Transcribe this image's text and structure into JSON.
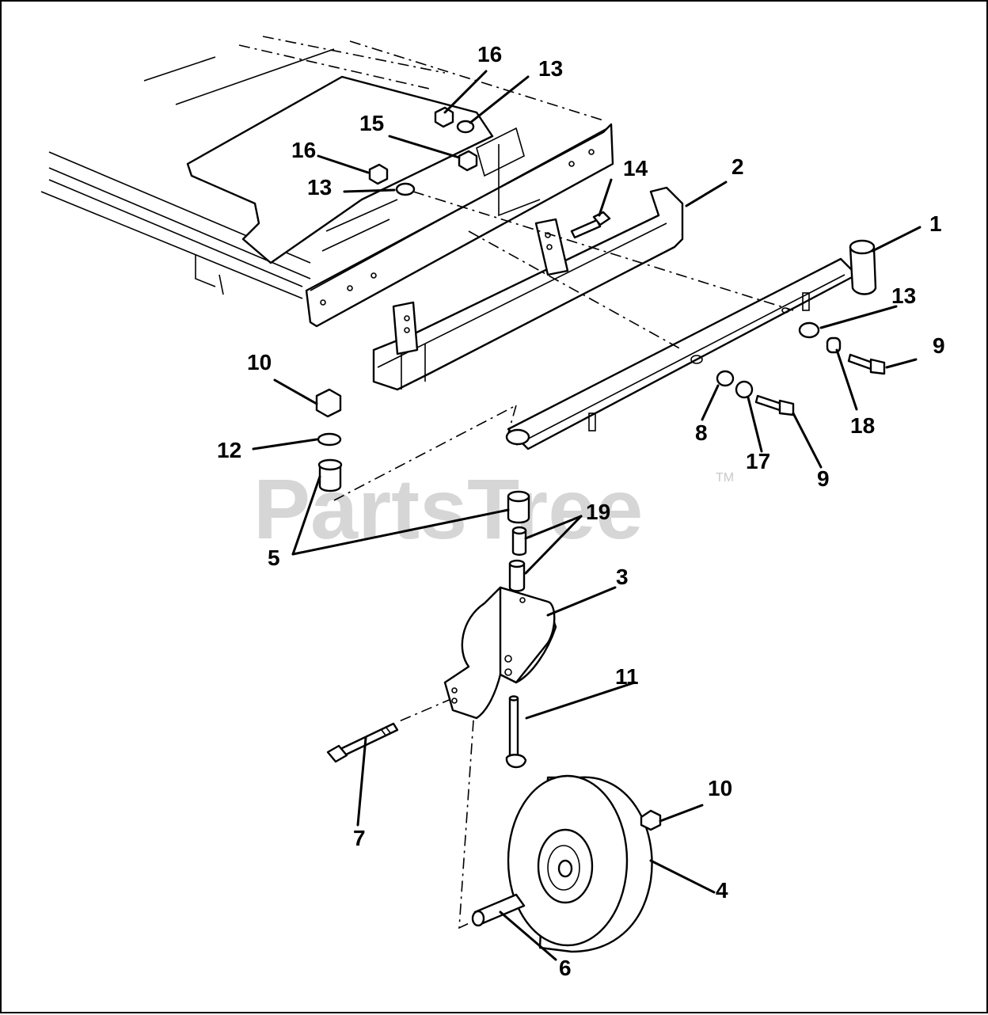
{
  "watermark": {
    "text": "PartsTree",
    "tm": "TM"
  },
  "callouts": {
    "c1": "1",
    "c2": "2",
    "c3": "3",
    "c4": "4",
    "c5": "5",
    "c6": "6",
    "c7": "7",
    "c8": "8",
    "c9a": "9",
    "c9b": "9",
    "c10a": "10",
    "c10b": "10",
    "c11": "11",
    "c12": "12",
    "c13a": "13",
    "c13b": "13",
    "c13c": "13",
    "c14": "14",
    "c15": "15",
    "c16a": "16",
    "c16b": "16",
    "c17": "17",
    "c18": "18",
    "c19": "19"
  }
}
